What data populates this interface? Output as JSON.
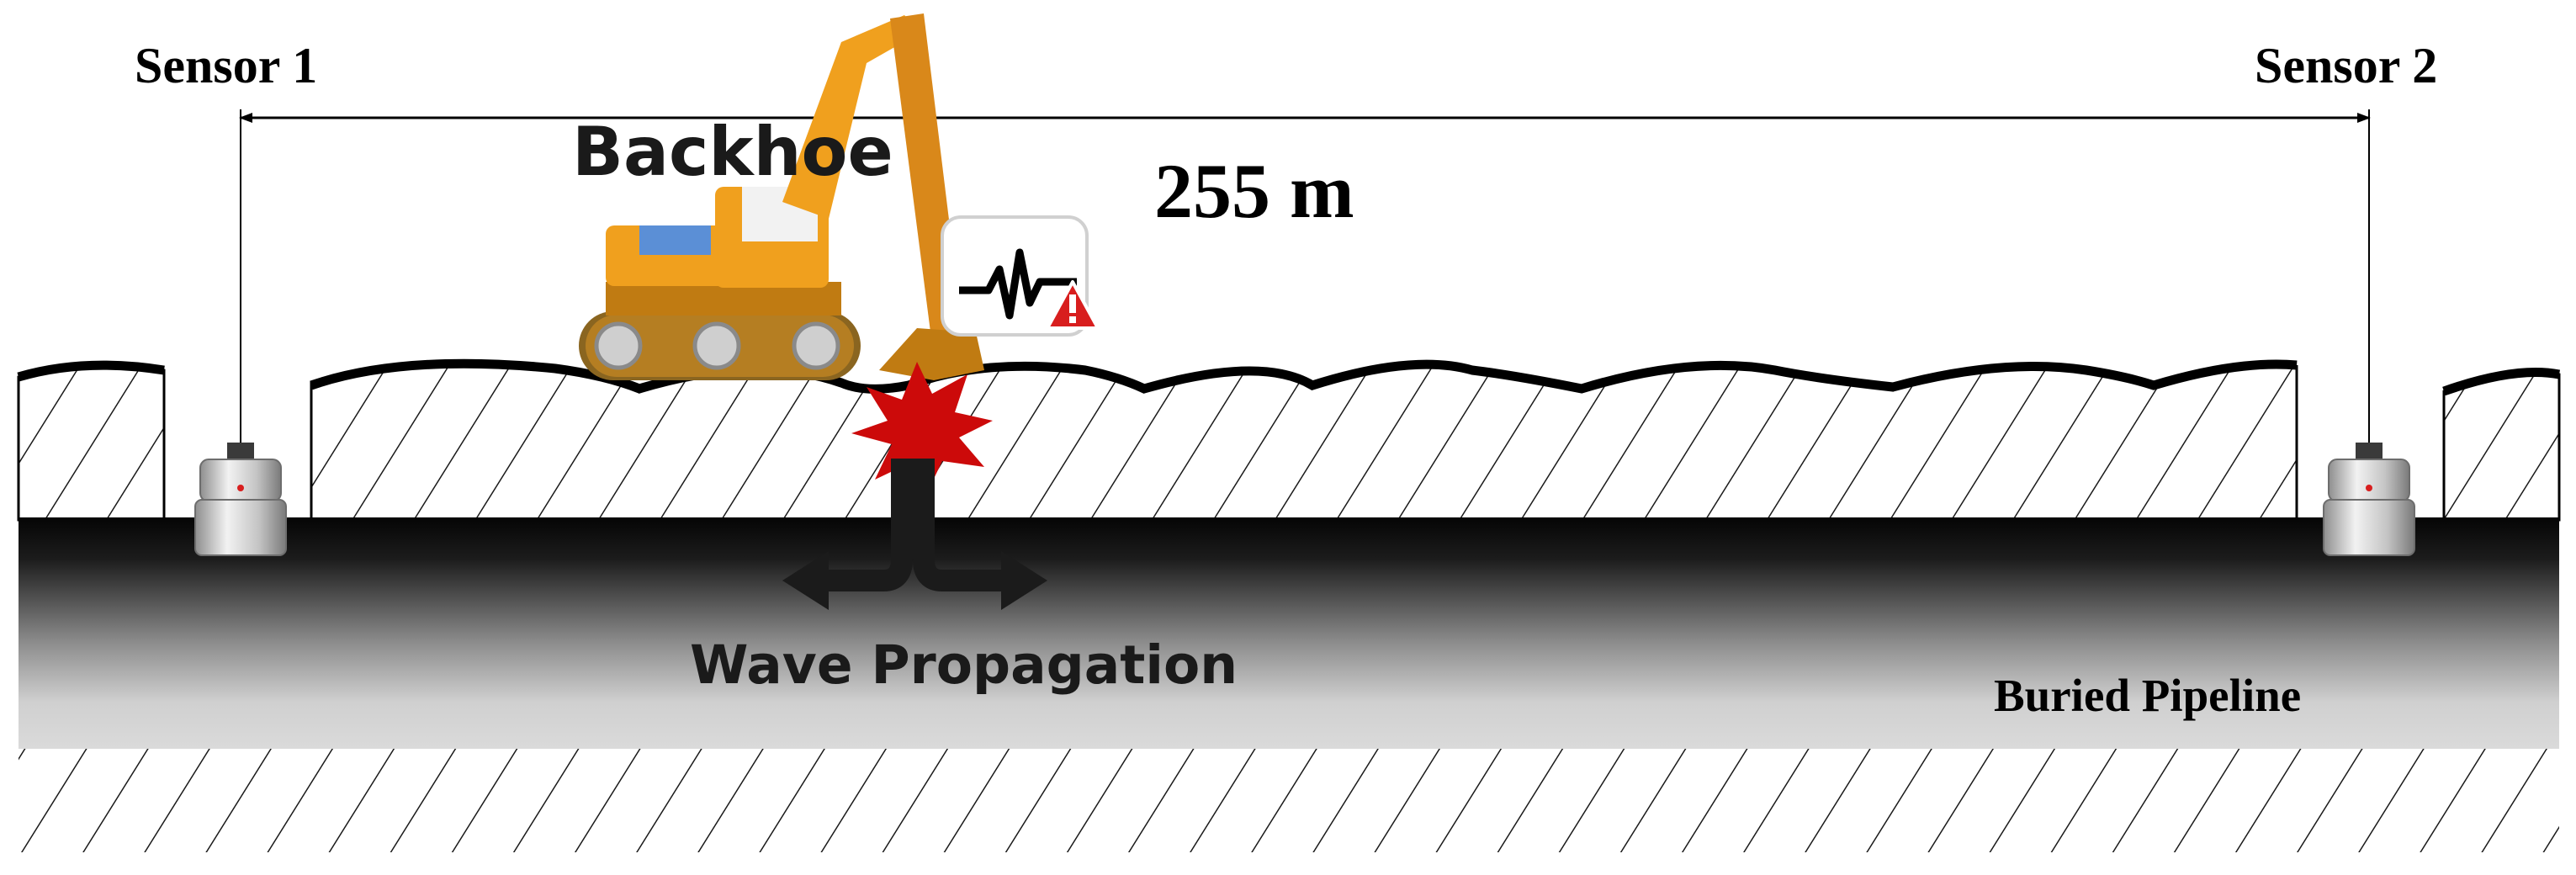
{
  "labels": {
    "sensor_1": "Sensor 1",
    "sensor_2": "Sensor 2",
    "backhoe": "Backhoe",
    "distance": "255 m",
    "wave": "Wave Propagation",
    "pipeline": "Buried Pipeline"
  },
  "colors": {
    "excavator_body": "#f0a01e",
    "excavator_shade": "#d9881a",
    "alert_red": "#d81e1e",
    "impact_red": "#cc0a0a",
    "pipe_dark": "#0a0a0a",
    "pipe_light": "#d6d6d6"
  },
  "icons": [
    "sensor-icon",
    "backhoe-icon",
    "vibration-alert-icon",
    "impact-burst-icon",
    "wave-arrow-icon"
  ]
}
